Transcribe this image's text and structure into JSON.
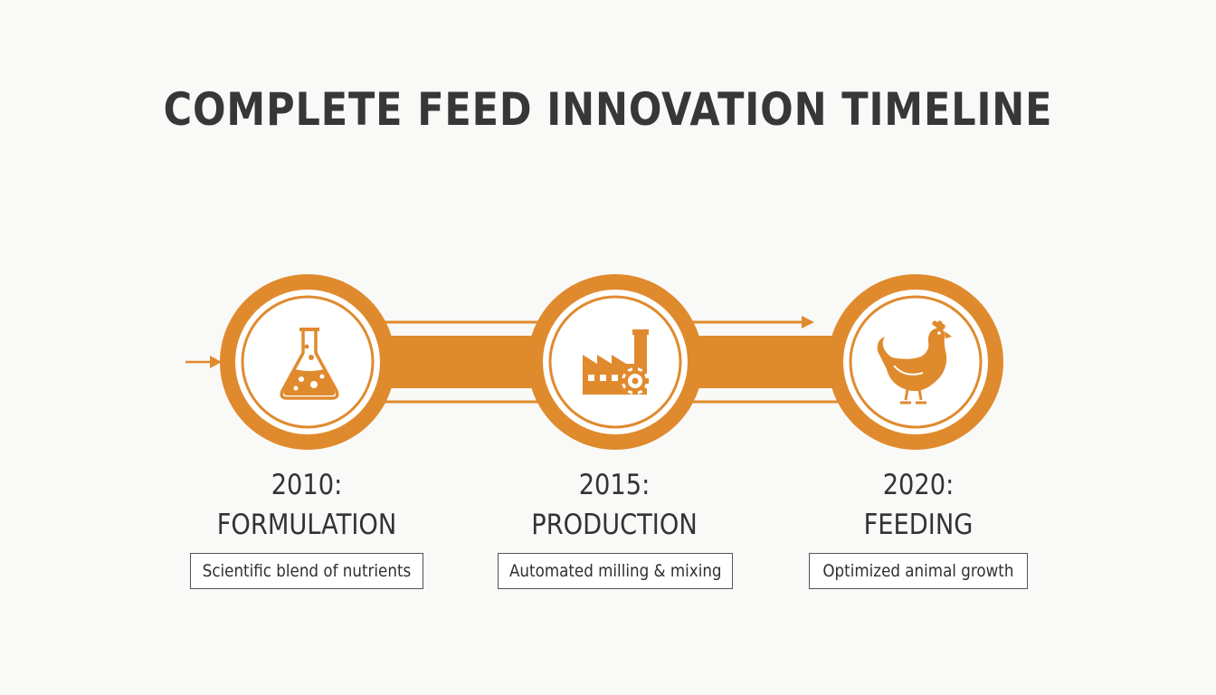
{
  "title": "COMPLETE FEED INNOVATION TIMELINE",
  "colors": {
    "accent": "#e08a2e",
    "text": "#373737",
    "background": "#f9f9f8"
  },
  "milestones": [
    {
      "year": "2010:",
      "name": "FORMULATION",
      "description": "Scientific blend of nutrients",
      "icon": "flask-icon"
    },
    {
      "year": "2015:",
      "name": "PRODUCTION",
      "description": "Automated milling & mixing",
      "icon": "factory-gear-icon"
    },
    {
      "year": "2020:",
      "name": "FEEDING",
      "description": "Optimized animal growth",
      "icon": "chicken-icon"
    }
  ]
}
